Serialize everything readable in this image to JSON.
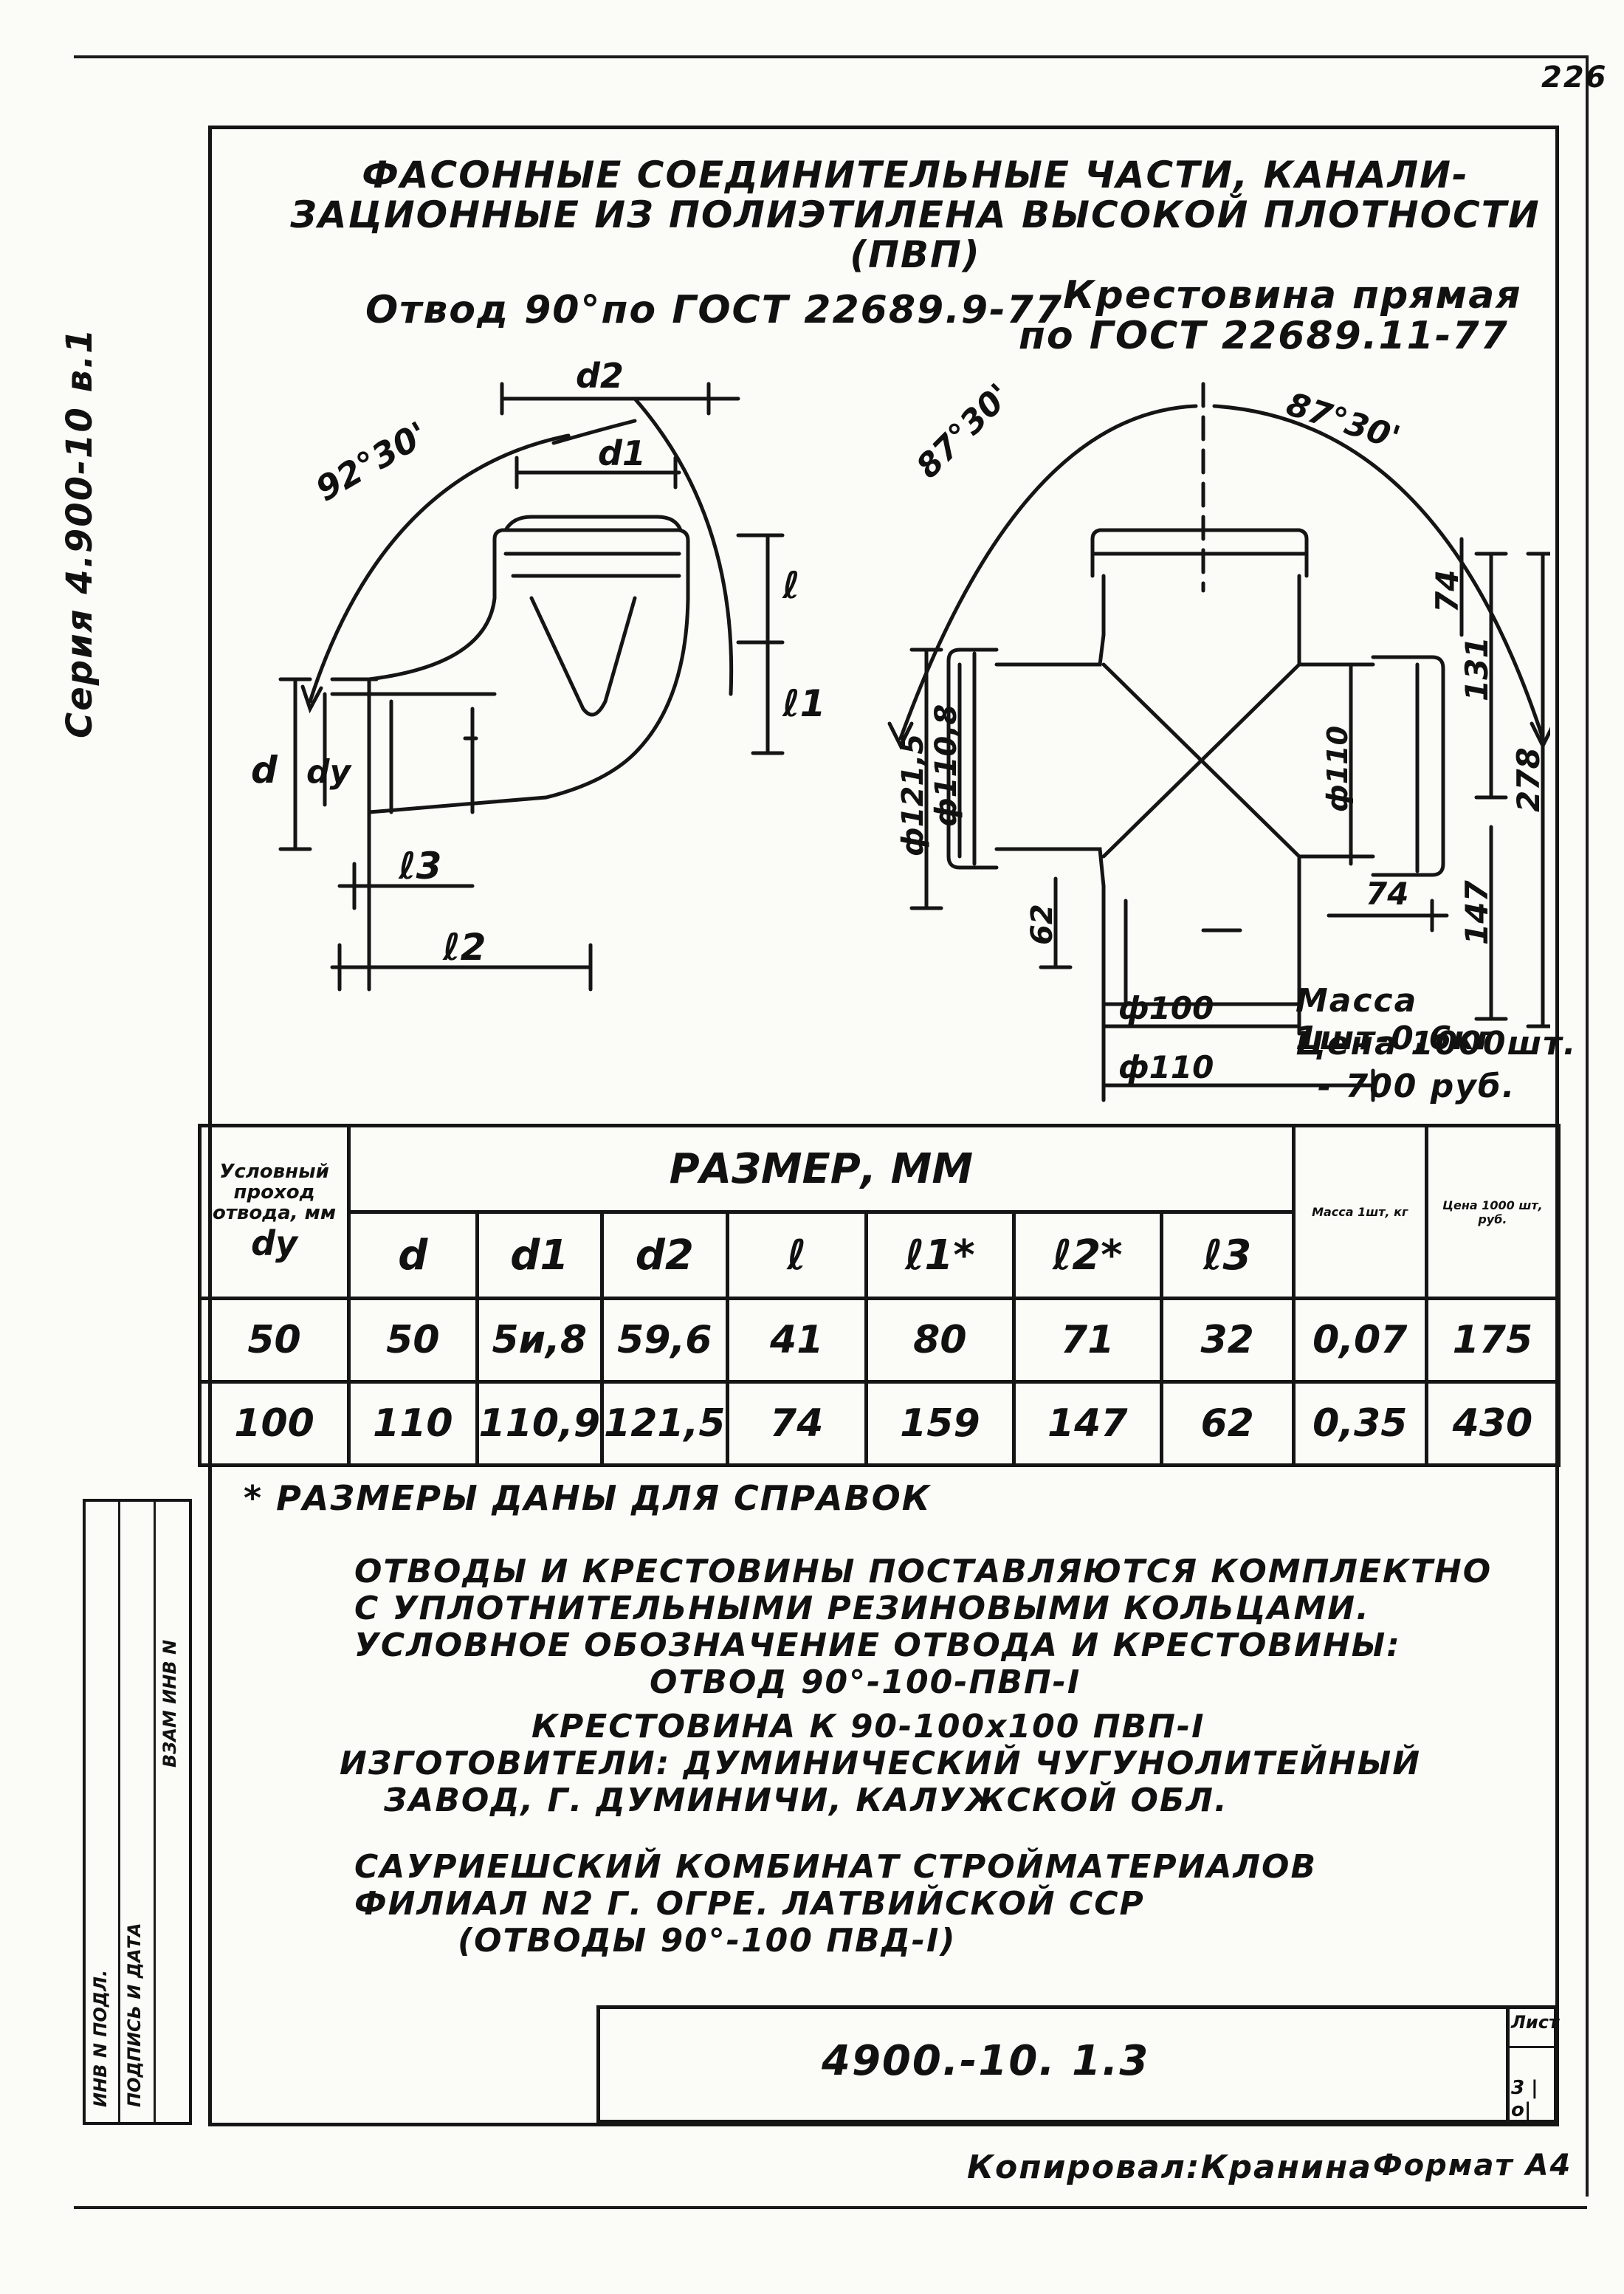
{
  "page_number": "226",
  "series": "Серия 4.900-10 в.1",
  "title_lines": [
    "ФАСОННЫЕ СОЕДИНИТЕЛЬНЫЕ ЧАСТИ, КАНАЛИ-",
    "ЗАЦИОННЫЕ ИЗ ПОЛИЭТИЛЕНА ВЫСОКОЙ ПЛОТНОСТИ",
    "(ПВП)"
  ],
  "elbow_title": "Отвод 90°по ГОСТ 22689.9-77",
  "cross_title_1": "Крестовина прямая",
  "cross_title_2": "по ГОСТ 22689.11-77",
  "elbow_labels": {
    "angle": "92°30'",
    "d2": "d2",
    "d1": "d1",
    "l": "ℓ",
    "l1": "ℓ1",
    "d": "d",
    "dy": "dy",
    "l3": "ℓ3",
    "l2": "ℓ2"
  },
  "cross_labels": {
    "angle_left": "87°30'",
    "angle_right": "87°30'",
    "d1215": "ф121,5",
    "d1108": "ф110,8",
    "d110v": "ф110",
    "dim74_top": "74",
    "dim131": "131",
    "dim278": "278",
    "dim147": "147",
    "dim74_bottom": "74",
    "dim62": "62",
    "d100": "ф100",
    "d110h": "ф110"
  },
  "mass_note": [
    "Масса 1шт-0,6кг",
    "Цена 1000шт.",
    "- 700 руб."
  ],
  "table": {
    "col0_header": "Условный проход отвода, мм",
    "col0_sub": "dy",
    "size_header": "РАЗМЕР, ММ",
    "size_cols": [
      "d",
      "d1",
      "d2",
      "ℓ",
      "ℓ1*",
      "ℓ2*",
      "ℓ3"
    ],
    "mass_header": "Масса 1шт, кг",
    "price_header": "Цена 1000 шт, руб.",
    "rows": [
      [
        "50",
        "50",
        "5и,8",
        "59,6",
        "41",
        "80",
        "71",
        "32",
        "0,07",
        "175"
      ],
      [
        "100",
        "110",
        "110,9",
        "121,5",
        "74",
        "159",
        "147",
        "62",
        "0,35",
        "430"
      ]
    ]
  },
  "footnote": "* РАЗМЕРЫ ДАНЫ ДЛЯ СПРАВОК",
  "notes": [
    "ОТВОДЫ И КРЕСТОВИНЫ ПОСТАВЛЯЮТСЯ КОМПЛЕКТНО",
    "С УПЛОТНИТЕЛЬНЫМИ РЕЗИНОВЫМИ КОЛЬЦАМИ.",
    "УСЛОВНОЕ ОБОЗНАЧЕНИЕ ОТВОДА И КРЕСТОВИНЫ:",
    "ОТВОД 90°-100-ПВП-I",
    "КРЕСТОВИНА К 90-100х100 ПВП-I"
  ],
  "makers_1": [
    "ИЗГОТОВИТЕЛИ: ДУМИНИЧЕСКИЙ ЧУГУНОЛИТЕЙНЫЙ",
    "ЗАВОД, Г. ДУМИНИЧИ, КАЛУЖСКОЙ ОБЛ."
  ],
  "makers_2": [
    "САУРИЕШСКИЙ КОМБИНАТ СТРОЙМАТЕРИАЛОВ",
    "ФИЛИАЛ N2 Г. ОГРЕ. ЛАТВИЙСКОЙ ССР",
    "(ОТВОДЫ 90°-100 ПВД-I)"
  ],
  "stamp_code": "4900.-10. 1.3",
  "stamp_sheet_label": "Лист",
  "stamp_sheet_value": "3 |о|",
  "side_labels": [
    "ИНВ N ПОДЛ.",
    "ПОДПИСЬ И ДАТА",
    "ВЗАМ ИНВ N"
  ],
  "footer_left": "Копировал:Кранина",
  "footer_right": "Формат А4"
}
